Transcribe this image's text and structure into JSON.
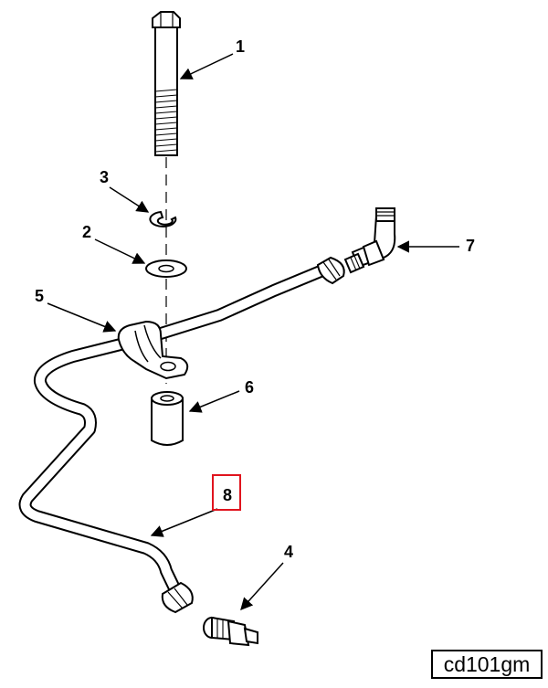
{
  "callouts": {
    "c1": "1",
    "c2": "2",
    "c3": "3",
    "c4": "4",
    "c5": "5",
    "c6": "6",
    "c7": "7",
    "c8": "8"
  },
  "highlighted_callout": "8",
  "highlight_color": "#e0141e",
  "reference_code": "cd101gm"
}
